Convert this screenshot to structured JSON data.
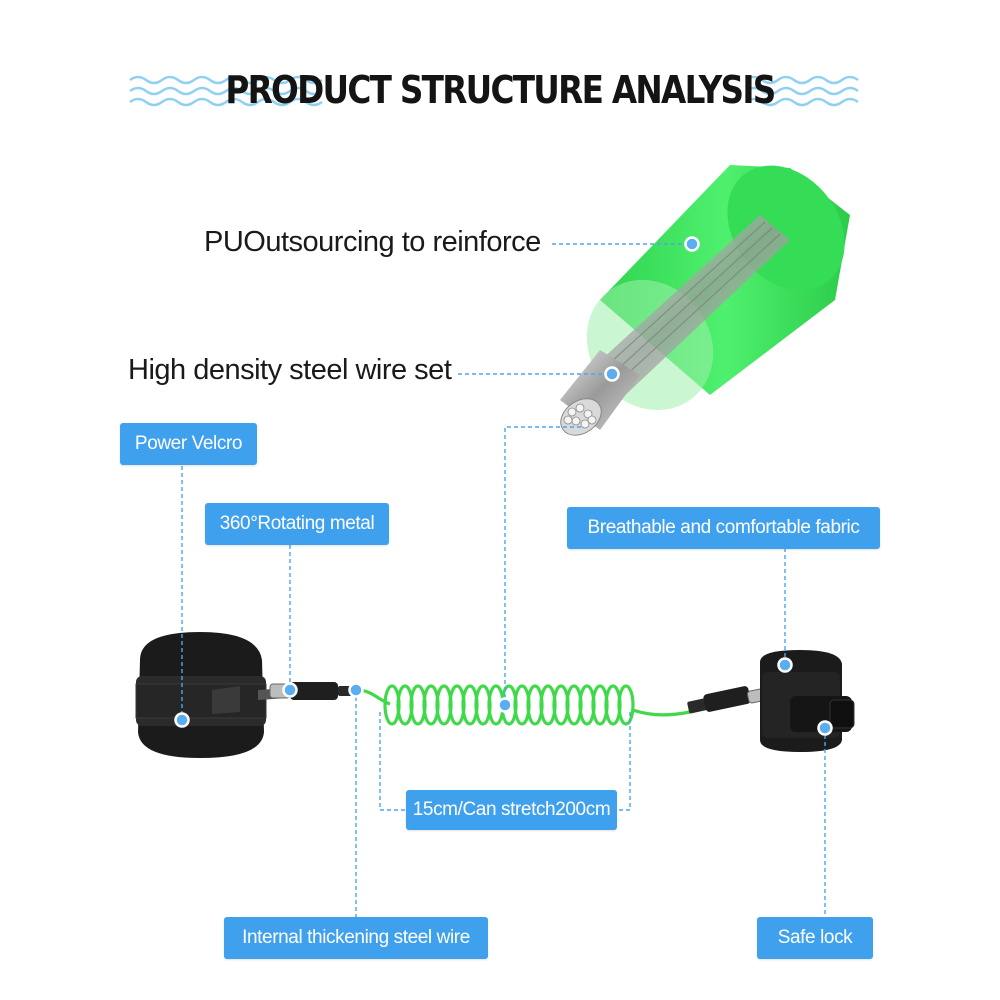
{
  "title": "PRODUCT STRUCTURE ANALYSIS",
  "labels": {
    "pu_outsourcing": "PUOutsourcing to reinforce",
    "steel_wire_set": "High density steel wire set",
    "power_velcro": "Power Velcro",
    "rotating_metal": "360°Rotating metal",
    "breathable_fabric": "Breathable and comfortable fabric",
    "stretch_length": "15cm/Can stretch200cm",
    "internal_wire": "Internal thickening steel wire",
    "safe_lock": "Safe lock"
  },
  "colors": {
    "tag_blue": "#3fa0ee",
    "leader_blue": "#4aa6ee",
    "pu_green": "#36e25a",
    "coil_green": "#3fd94a",
    "wave_blue": "#8fd0f2",
    "cuff_black": "#1b1b1b"
  },
  "icons": [
    "wave-decoration-left",
    "wave-decoration-right",
    "marker-dot"
  ]
}
